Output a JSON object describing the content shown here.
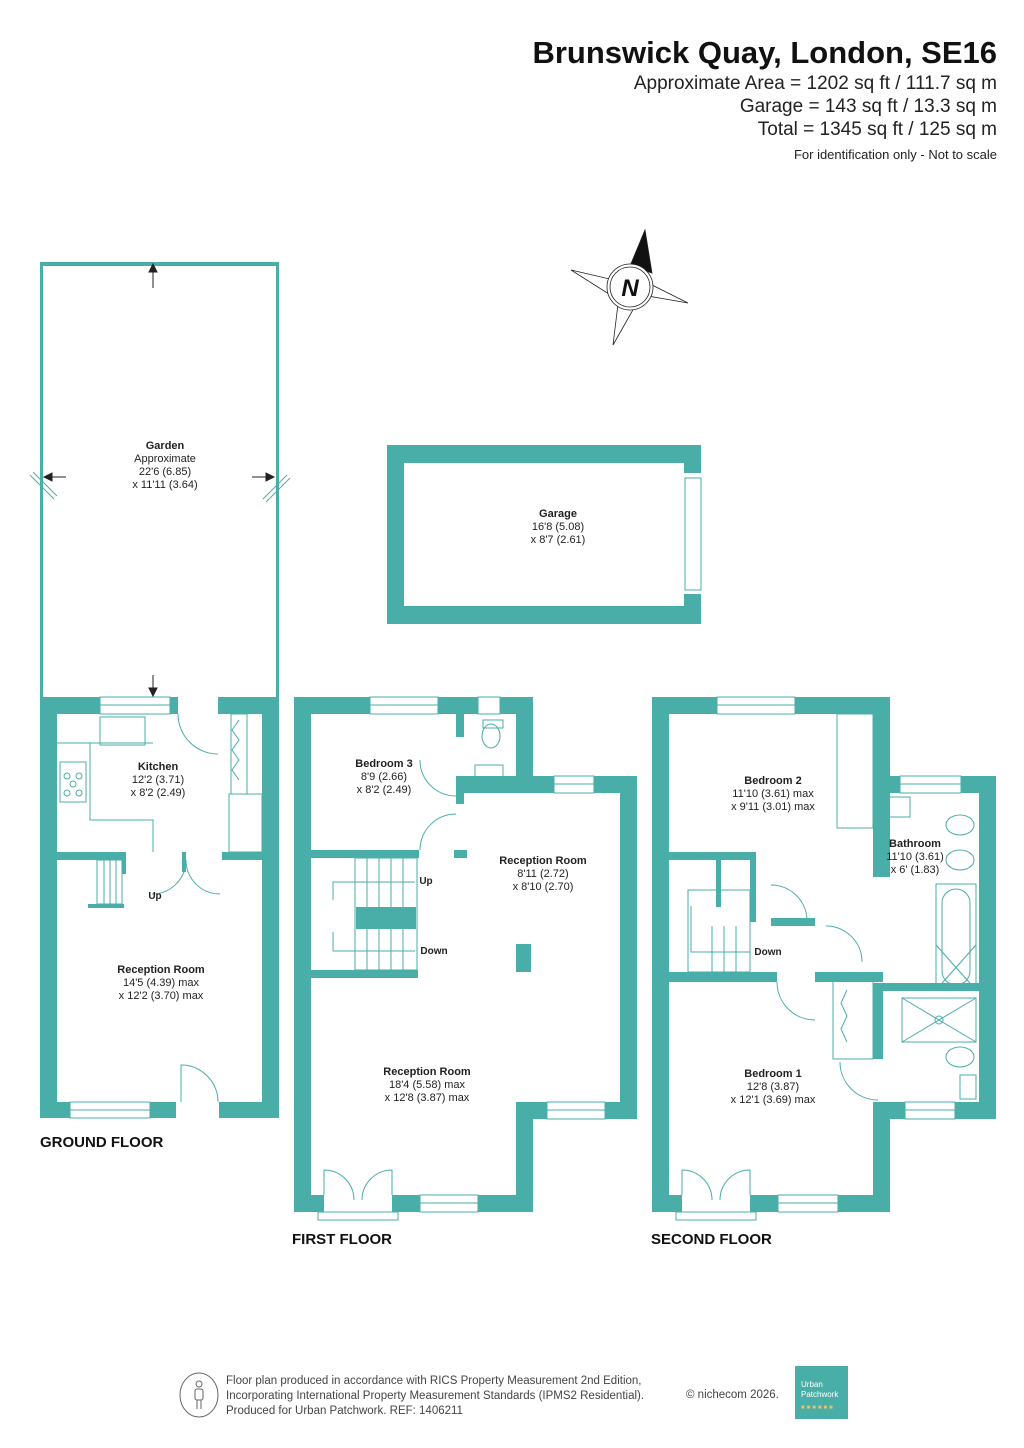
{
  "header": {
    "title": "Brunswick Quay, London, SE16",
    "approx_area": "Approximate Area = 1202 sq ft / 111.7 sq m",
    "garage_area": "Garage = 143 sq ft / 13.3 sq m",
    "total_area": "Total = 1345 sq ft / 125 sq m",
    "note": "For identification only - Not to scale"
  },
  "compass": {
    "label": "N"
  },
  "colors": {
    "wall": "#4aaea8",
    "fixture": "#4aaea8",
    "text": "#222222"
  },
  "rooms": {
    "garden": {
      "name": "Garden",
      "l1": "Approximate",
      "l2": "22'6 (6.85)",
      "l3": "x 11'11 (3.64)"
    },
    "garage": {
      "name": "Garage",
      "l1": "16'8 (5.08)",
      "l2": "x 8'7 (2.61)"
    },
    "kitchen": {
      "name": "Kitchen",
      "l1": "12'2 (3.71)",
      "l2": "x 8'2 (2.49)"
    },
    "ground_reception": {
      "name": "Reception Room",
      "l1": "14'5 (4.39) max",
      "l2": "x 12'2 (3.70) max"
    },
    "bedroom3": {
      "name": "Bedroom 3",
      "l1": "8'9 (2.66)",
      "l2": "x 8'2 (2.49)"
    },
    "first_reception_small": {
      "name": "Reception Room",
      "l1": "8'11 (2.72)",
      "l2": "x 8'10 (2.70)"
    },
    "first_reception_large": {
      "name": "Reception Room",
      "l1": "18'4 (5.58) max",
      "l2": "x 12'8 (3.87) max"
    },
    "bedroom2": {
      "name": "Bedroom 2",
      "l1": "11'10 (3.61) max",
      "l2": "x 9'11 (3.01) max"
    },
    "bathroom": {
      "name": "Bathroom",
      "l1": "11'10 (3.61)",
      "l2": "x 6' (1.83)"
    },
    "bedroom1": {
      "name": "Bedroom 1",
      "l1": "12'8 (3.87)",
      "l2": "x 12'1 (3.69) max"
    }
  },
  "stairs": {
    "ground_up": "Up",
    "first_up": "Up",
    "first_down": "Down",
    "second_down": "Down"
  },
  "floors": {
    "ground": "GROUND FLOOR",
    "first": "FIRST FLOOR",
    "second": "SECOND FLOOR"
  },
  "footer": {
    "line1": "Floor plan produced in accordance with RICS Property Measurement 2nd Edition,",
    "line2": "Incorporating International Property Measurement Standards (IPMS2 Residential).",
    "line3": "Produced for Urban Patchwork.   REF:  1406211",
    "copyright": "© nichecom 2026.",
    "logo_line1": "Urban",
    "logo_line2": "Patchwork"
  }
}
